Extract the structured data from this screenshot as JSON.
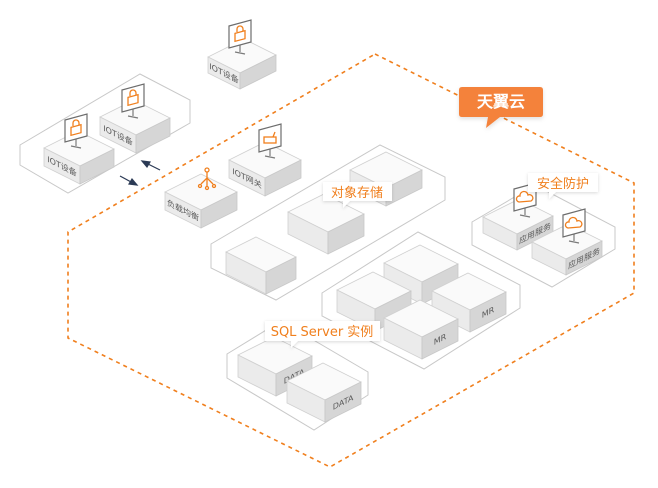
{
  "cloud": {
    "title": "天翼云",
    "accent": "#f07f1d",
    "accent_fill": "#f4823a"
  },
  "iot": {
    "device_label": "IOT设备",
    "gateway_label": "IOT网关",
    "lb_label": "负载均衡"
  },
  "callouts": {
    "object_storage": "对象存储",
    "security": "安全防护",
    "sql_server": "SQL Server 实例"
  },
  "security": {
    "app_service_label": "应用服务"
  },
  "mr": {
    "label": "MR"
  },
  "sql": {
    "data_label": "DATA"
  },
  "icons": {
    "device": "monitor-lock-icon",
    "gateway": "monitor-router-icon",
    "lb": "load-balancer-icon",
    "app": "monitor-cloud-icon",
    "arrows": "bidirectional-arrow-icon"
  }
}
